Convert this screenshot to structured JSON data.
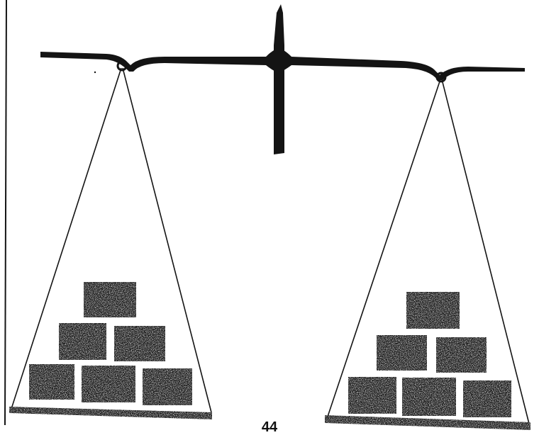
{
  "page_number": "44",
  "scale": {
    "left_pan": {
      "block_rows": [
        1,
        2,
        3
      ],
      "block_count": 6
    },
    "right_pan": {
      "block_rows": [
        1,
        2,
        3
      ],
      "block_count": 6
    }
  },
  "colors": {
    "ink": "#141414",
    "block": "#1c1c1c",
    "paper": "#ffffff"
  }
}
